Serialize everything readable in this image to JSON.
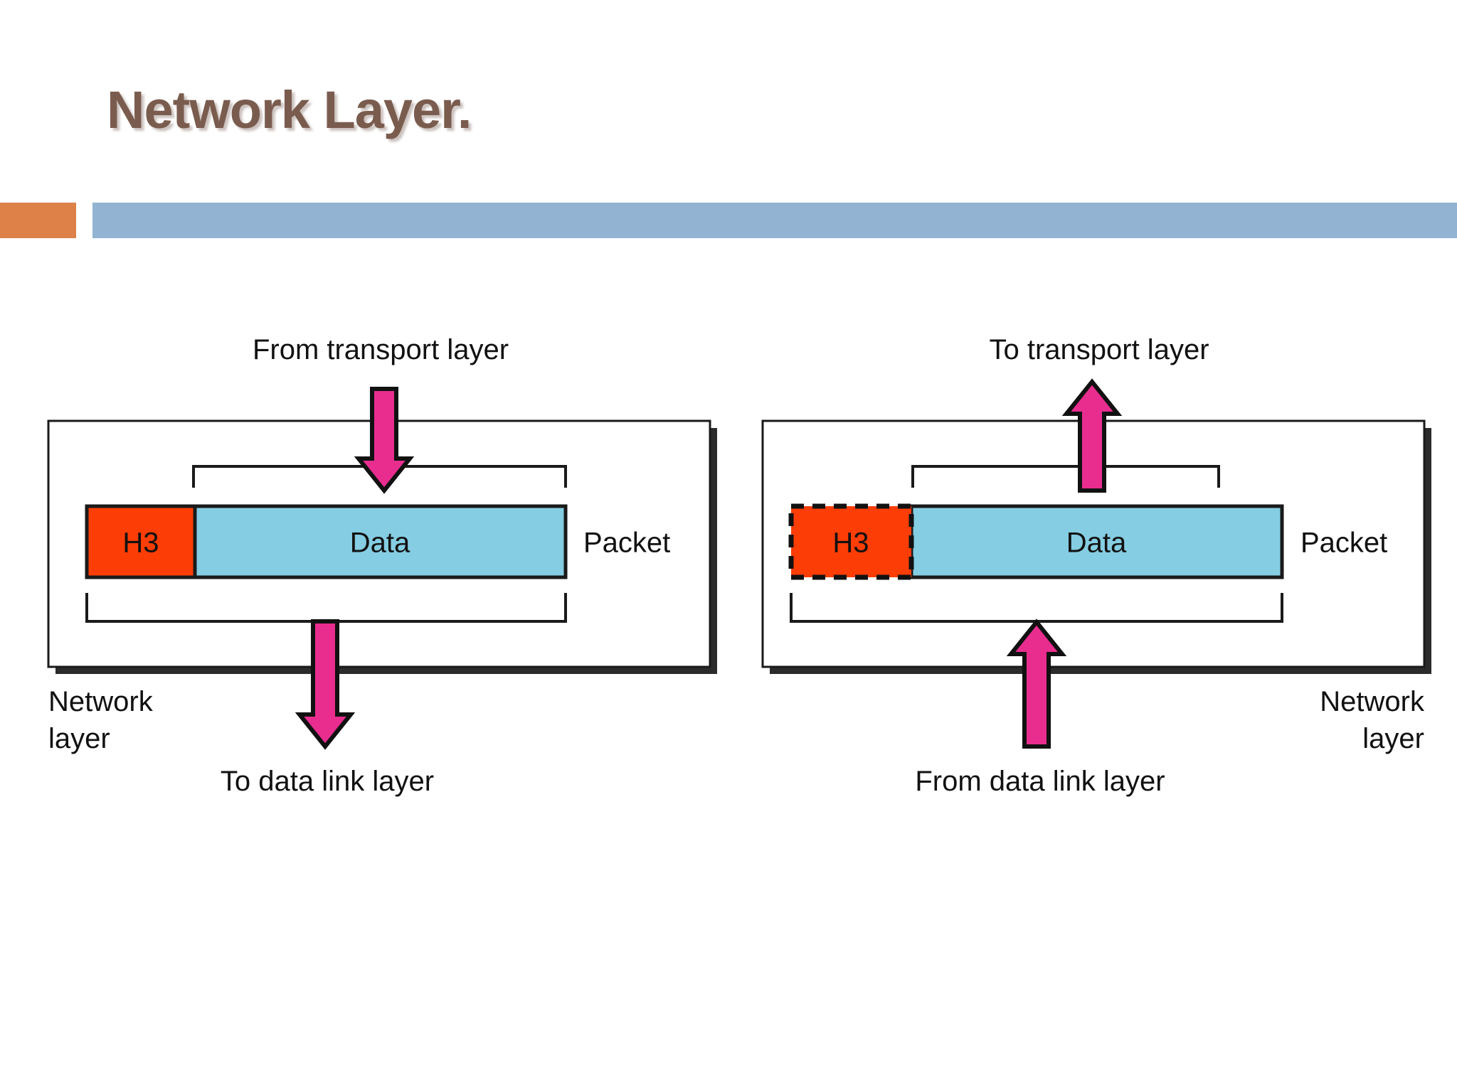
{
  "slide": {
    "title": "Network Layer.",
    "title_color": "#7a5c4e",
    "rule_left_color": "#dd8148",
    "rule_right_color": "#92b3d1"
  },
  "palette": {
    "header_fill": "#fc3d06",
    "data_fill": "#85cde2",
    "arrow_fill": "#e92d8f",
    "outline": "#1a1a1a",
    "panel_shadow": "#2b2b2b"
  },
  "diagram": {
    "type": "protocol-encapsulation",
    "panels": [
      {
        "id": "sender",
        "side": "left",
        "top_label": "From transport layer",
        "top_arrow_direction": "down",
        "bottom_label": "To data link layer",
        "bottom_arrow_direction": "down",
        "layer_label_line1": "Network",
        "layer_label_line2": "layer",
        "layer_label_align": "left",
        "packet_label": "Packet",
        "cells": [
          {
            "name": "header",
            "text": "H3",
            "fill": "#fc3d06",
            "border": "solid"
          },
          {
            "name": "payload",
            "text": "Data",
            "fill": "#85cde2",
            "border": "solid"
          }
        ]
      },
      {
        "id": "receiver",
        "side": "right",
        "top_label": "To transport layer",
        "top_arrow_direction": "up",
        "bottom_label": "From data link layer",
        "bottom_arrow_direction": "up",
        "layer_label_line1": "Network",
        "layer_label_line2": "layer",
        "layer_label_align": "right",
        "packet_label": "Packet",
        "cells": [
          {
            "name": "header",
            "text": "H3",
            "fill": "#fc3d06",
            "border": "dashed"
          },
          {
            "name": "payload",
            "text": "Data",
            "fill": "#85cde2",
            "border": "solid"
          }
        ]
      }
    ]
  }
}
